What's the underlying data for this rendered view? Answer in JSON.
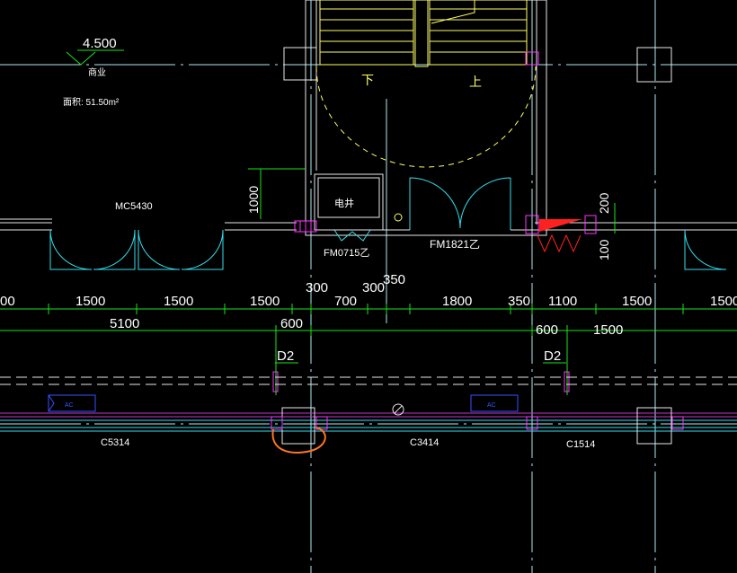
{
  "colors": {
    "background": "#000000",
    "axis": "#aeeaf2",
    "wall": "#e8e8e8",
    "stair": "#ffff66",
    "door": "#33e0ee",
    "dimension": "#19e619",
    "column_hatch": "#ff33ff",
    "beam": "#cc33cc",
    "red_marker": "#ff2020",
    "blue_tag": "#3355ff",
    "annotation": "#ff7722"
  },
  "level": {
    "elevation": "4.500",
    "room": "商业",
    "area": "面积: 51.50m²"
  },
  "stair": {
    "down": "下",
    "up": "上"
  },
  "labels": {
    "shaft": "电井",
    "fm_small": "FM0715乙",
    "fm_large": "FM1821乙",
    "mc": "MC5430",
    "dim_1000": "1000",
    "dim_200": "200",
    "dim_100": "100"
  },
  "dims_row1": [
    "00",
    "1500",
    "1500",
    "1500",
    "300",
    "700",
    "300",
    "350",
    "1800",
    "350",
    "1100",
    "1500",
    "1500"
  ],
  "dims_row2": [
    "5100",
    "600",
    "600",
    "1500"
  ],
  "d2_tags": [
    "D2",
    "D2"
  ],
  "windows": [
    "C5314",
    "C3414",
    "C1514"
  ],
  "ac_tags": [
    "AC",
    "AC"
  ]
}
